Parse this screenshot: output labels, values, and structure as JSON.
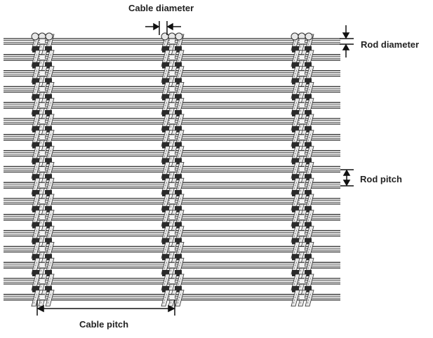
{
  "labels": {
    "cable_diameter": "Cable diameter",
    "rod_diameter": "Rod diameter",
    "rod_pitch": "Rod pitch",
    "cable_pitch": "Cable pitch"
  },
  "mesh": {
    "rod_count": 17,
    "cable_count": 3
  },
  "colors": {
    "line": "#333333",
    "rod_fill": "#f2f2f2",
    "cable_dark": "#2a2a2a",
    "cable_light": "#e8e8e8"
  }
}
